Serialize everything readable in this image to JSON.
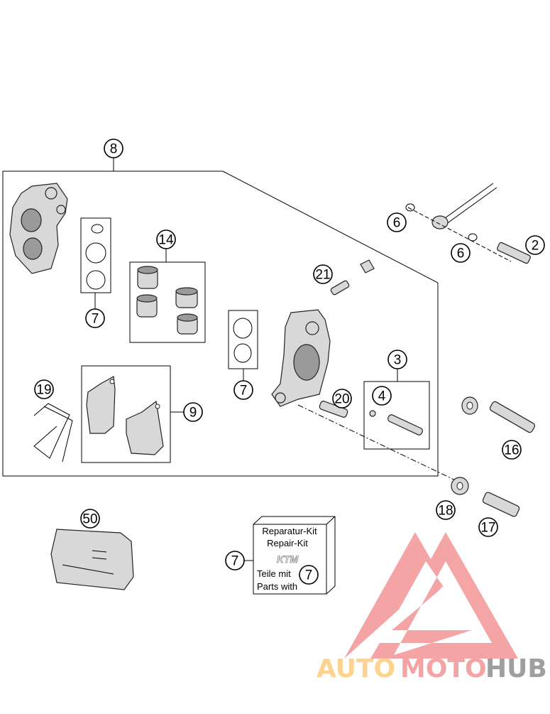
{
  "diagram": {
    "callouts": {
      "c8": "8",
      "c6a": "6",
      "c6b": "6",
      "c2": "2",
      "c21": "21",
      "c14": "14",
      "c7a": "7",
      "c7b": "7",
      "c3": "3",
      "c4": "4",
      "c20": "20",
      "c19": "19",
      "c9": "9",
      "c16": "16",
      "c18": "18",
      "c17": "17",
      "c50": "50",
      "c7c": "7",
      "c7d": "7"
    },
    "repair_kit": {
      "line1": "Reparatur-Kit",
      "line2": "Repair-Kit",
      "brand": "KTM",
      "line3": "Teile mit",
      "line4": "Parts with"
    }
  },
  "watermark": {
    "part1": "AUTO",
    "part2": "MOTO",
    "part3": "HUB",
    "colors": {
      "auto": "#fdd28a",
      "moto": "#f4a0a0",
      "hub": "#9a9a9a"
    }
  }
}
